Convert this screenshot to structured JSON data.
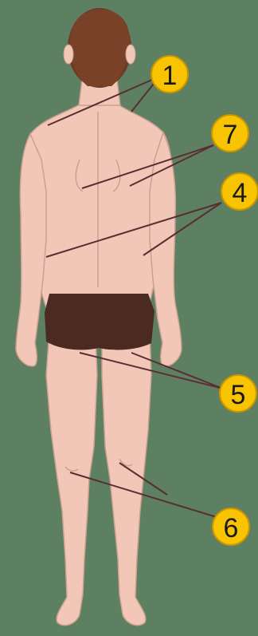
{
  "colors": {
    "background": "#5d7f62",
    "skin": "#f2c7b8",
    "skin_outline": "#caa08f",
    "hair": "#6e3a25",
    "underwear": "#4b2a22",
    "leader_line": "#5a2d33",
    "callout_fill": "#f8c300",
    "callout_stroke": "#c99500"
  },
  "callouts": [
    {
      "id": "1",
      "label": "1"
    },
    {
      "id": "7",
      "label": "7"
    },
    {
      "id": "4",
      "label": "4"
    },
    {
      "id": "5",
      "label": "5"
    },
    {
      "id": "6",
      "label": "6"
    }
  ]
}
